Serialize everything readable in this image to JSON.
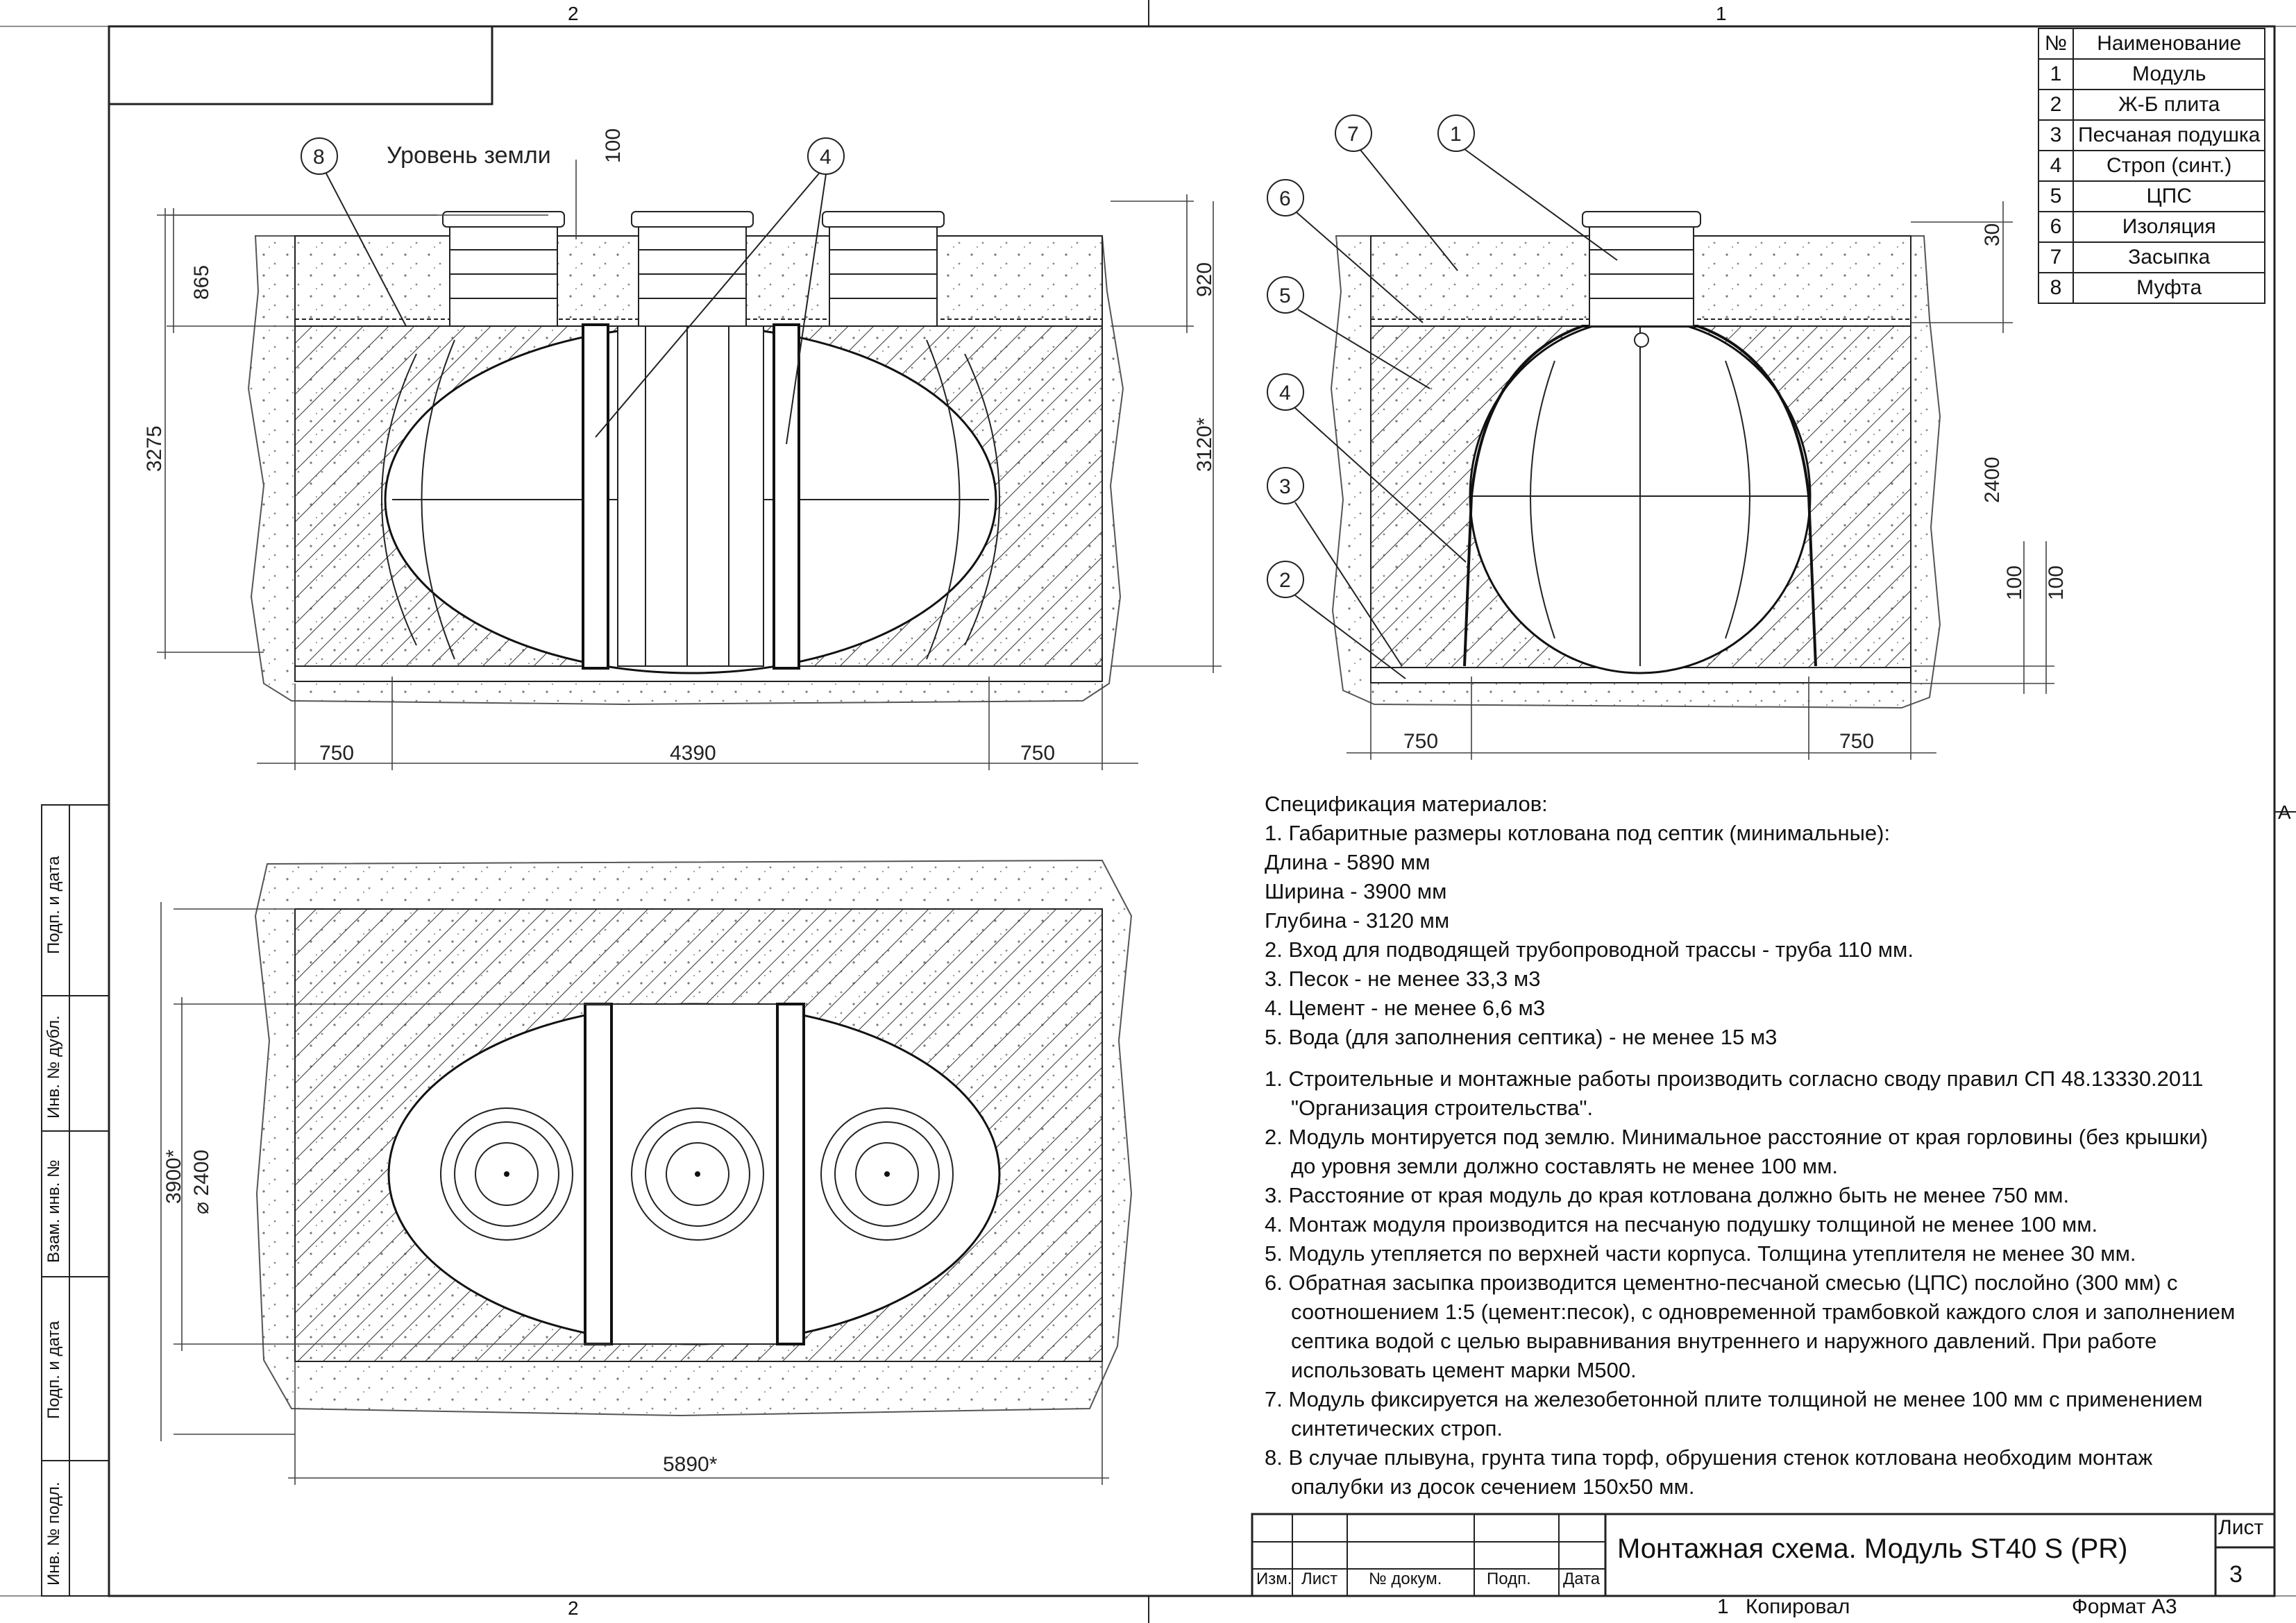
{
  "zones": {
    "top_left": "2",
    "top_right": "1",
    "right_side": "A",
    "bottom_left": "2",
    "bottom_right": "1"
  },
  "drawing": {
    "ground_level_label": "Уровень земли",
    "dims_front": {
      "d100": "100",
      "d865": "865",
      "d920": "920",
      "d3275": "3275",
      "d3120": "3120*",
      "d750a": "750",
      "d4390": "4390",
      "d750b": "750"
    },
    "dims_side": {
      "d30": "30",
      "d2400": "2400",
      "d100a": "100",
      "d100b": "100",
      "d750a": "750",
      "d750b": "750"
    },
    "dims_plan": {
      "d3900": "3900*",
      "d2400": "⌀ 2400",
      "d5890": "5890*"
    },
    "callouts": {
      "c1": "1",
      "c2": "2",
      "c3": "3",
      "c4": "4",
      "c5": "5",
      "c6": "6",
      "c7": "7",
      "c8": "8"
    }
  },
  "legend": {
    "header": {
      "num": "№",
      "name": "Наименование"
    },
    "rows": [
      {
        "num": "1",
        "name": "Модуль"
      },
      {
        "num": "2",
        "name": "Ж-Б плита"
      },
      {
        "num": "3",
        "name": "Песчаная подушка"
      },
      {
        "num": "4",
        "name": "Строп (синт.)"
      },
      {
        "num": "5",
        "name": "ЦПС"
      },
      {
        "num": "6",
        "name": "Изоляция"
      },
      {
        "num": "7",
        "name": "Засыпка"
      },
      {
        "num": "8",
        "name": "Муфта"
      }
    ]
  },
  "spec": {
    "heading": "Спецификация материалов:",
    "list1": [
      "1. Габаритные размеры котлована под септик (минимальные):",
      "Длина - 5890 мм",
      "Ширина - 3900 мм",
      "Глубина - 3120 мм",
      "2. Вход для подводящей трубопроводной трассы - труба 110 мм.",
      "3. Песок - не менее 33,3 м3",
      "4. Цемент - не менее 6,6 м3",
      "5. Вода (для заполнения септика) - не менее 15 м3"
    ],
    "list2": [
      "1. Строительные и монтажные работы производить согласно своду правил СП 48.13330.2011 \"Организация строительства\".",
      "2. Модуль монтируется под землю. Минимальное расстояние от края горловины (без крышки) до уровня земли должно составлять не менее 100 мм.",
      "3. Расстояние от края модуль до края котлована должно быть не менее 750 мм.",
      "4. Монтаж модуля производится на песчаную подушку толщиной не менее 100 мм.",
      "5. Модуль утепляется по верхней части корпуса. Толщина утеплителя не менее 30 мм.",
      "6. Обратная засыпка производится цементно-песчаной смесью (ЦПС) послойно (300 мм) с соотношением 1:5 (цемент:песок), с одновременной трамбовкой каждого слоя и заполнением септика водой с целью выравнивания внутреннего и наружного давлений. При работе использовать цемент марки М500.",
      "7. Модуль фиксируется  на железобетонной плите толщиной не менее 100 мм с применением синтетических строп.",
      "8. В случае плывуна, грунта типа торф, обрушения стенок котлована необходим монтаж опалубки из досок сечением 150х50 мм."
    ]
  },
  "title_block": {
    "title": "Монтажная схема. Модуль ST40 S (PR)",
    "sheet_label": "Лист",
    "sheet_number": "3",
    "cols": {
      "izm": "Изм.",
      "list": "Лист",
      "doc": "№ докум.",
      "podp": "Подп.",
      "data": "Дата"
    },
    "copied": "Копировал",
    "format": "Формат А3"
  },
  "side_stamp": [
    "Инв. № подл.",
    "Подп. и дата",
    "Взам. инв. №",
    "Инв. № дубл.",
    "Подп. и дата"
  ]
}
